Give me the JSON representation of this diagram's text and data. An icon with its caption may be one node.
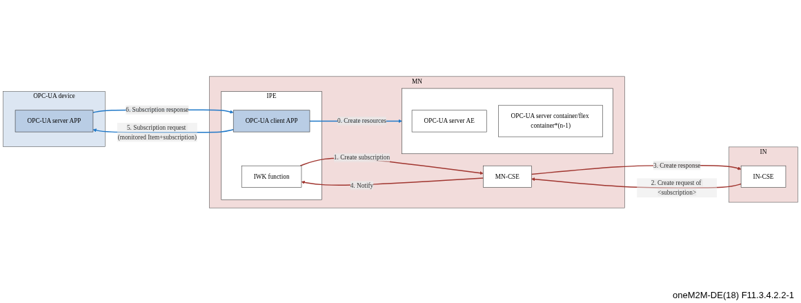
{
  "diagram": {
    "caption": "oneM2M-DE(18)  F11.3.4.2.2-1",
    "nodes": [
      {
        "text": [
          "OPC-UA device"
        ]
      },
      {
        "text": [
          "OPC-UA server APP"
        ],
        "in": 0
      },
      {
        "text": [
          "MN"
        ]
      },
      {
        "text": [
          "IPE"
        ],
        "in": 2
      },
      {
        "text": [
          "OPC-UA client APP"
        ],
        "in": 3
      },
      {
        "text": [
          "IWK function"
        ],
        "in": 3
      },
      {
        "text": [],
        "shape": "box",
        "in": 2
      },
      {
        "text": [
          "OPC-UA server AE"
        ],
        "in": 6
      },
      {
        "text": [
          "OPC-UA server container/flex container*(n-1)"
        ],
        "in": 6
      },
      {
        "text": [
          "MN-CSE"
        ],
        "in": 2
      },
      {
        "text": [
          "IN"
        ]
      },
      {
        "text": [
          "IN-CSE"
        ],
        "in": 10
      }
    ],
    "edges": [
      {
        "from": 4,
        "to": 1,
        "arrow": "to",
        "label": "5. Subscription request (monitored Item+subscription)",
        "color": "#1f78c8"
      },
      {
        "from": 1,
        "to": 4,
        "arrow": "to",
        "label": "6. Subscription response",
        "color": "#1f78c8"
      },
      {
        "from": 4,
        "to": 6,
        "arrow": "to",
        "label": "0. Create resources",
        "color": "#1f78c8"
      },
      {
        "from": 5,
        "to": 9,
        "arrow": "to",
        "label": "1. Create subscription",
        "color": "#a0352f"
      },
      {
        "from": 9,
        "to": 5,
        "arrow": "to",
        "label": "4. Notify",
        "color": "#a0352f"
      },
      {
        "from": 11,
        "to": 9,
        "arrow": "to",
        "label": "2. Create request of <subscription>",
        "color": "#a0352f"
      },
      {
        "from": 9,
        "to": 11,
        "arrow": "to",
        "label": "3. Create response",
        "color": "#a0352f"
      }
    ]
  }
}
